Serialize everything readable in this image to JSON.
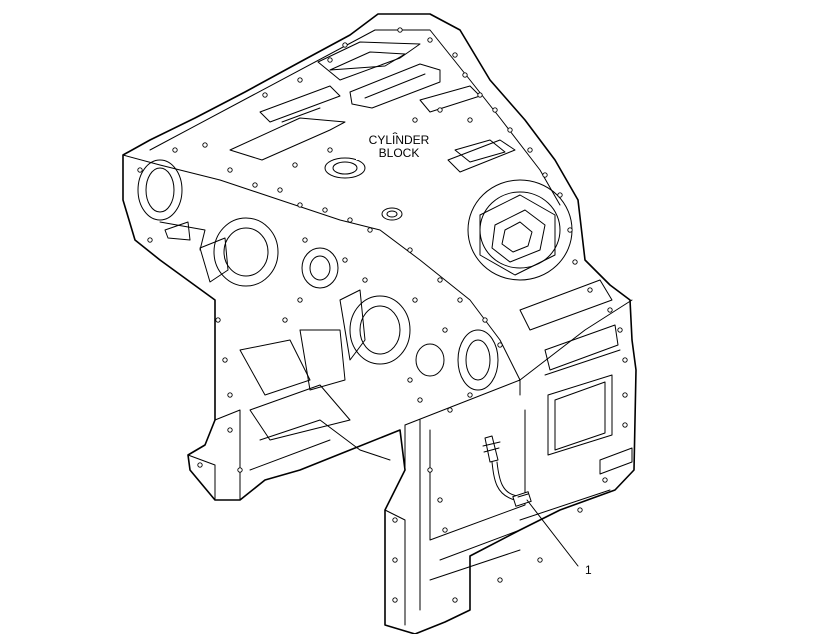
{
  "labels": {
    "cylinder_block_line1": "CYLINDER",
    "cylinder_block_line2": "BLOCK",
    "callout_number": "1"
  },
  "colors": {
    "line": "#000000",
    "background": "#ffffff"
  }
}
